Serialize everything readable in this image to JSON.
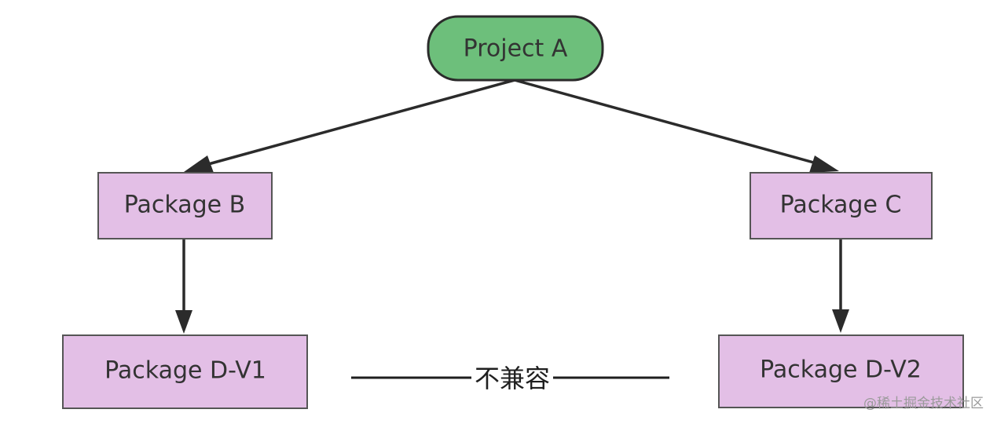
{
  "nodes": {
    "project_a": {
      "label": "Project A",
      "color": "#6dbf7b"
    },
    "package_b": {
      "label": "Package B",
      "color": "#e3bfe6"
    },
    "package_c": {
      "label": "Package C",
      "color": "#e3bfe6"
    },
    "package_d_v1": {
      "label": "Package D-V1",
      "color": "#e3bfe6"
    },
    "package_d_v2": {
      "label": "Package D-V2",
      "color": "#e3bfe6"
    }
  },
  "edges": [
    {
      "from": "Project A",
      "to": "Package B"
    },
    {
      "from": "Project A",
      "to": "Package C"
    },
    {
      "from": "Package B",
      "to": "Package D-V1"
    },
    {
      "from": "Package C",
      "to": "Package D-V2"
    }
  ],
  "conflict": {
    "label": "不兼容"
  },
  "watermark": {
    "text": "@稀土掘金技术社区"
  },
  "colors": {
    "stroke": "#2b2b2b",
    "root_fill": "#6dbf7b",
    "package_fill": "#e3bfe6"
  }
}
